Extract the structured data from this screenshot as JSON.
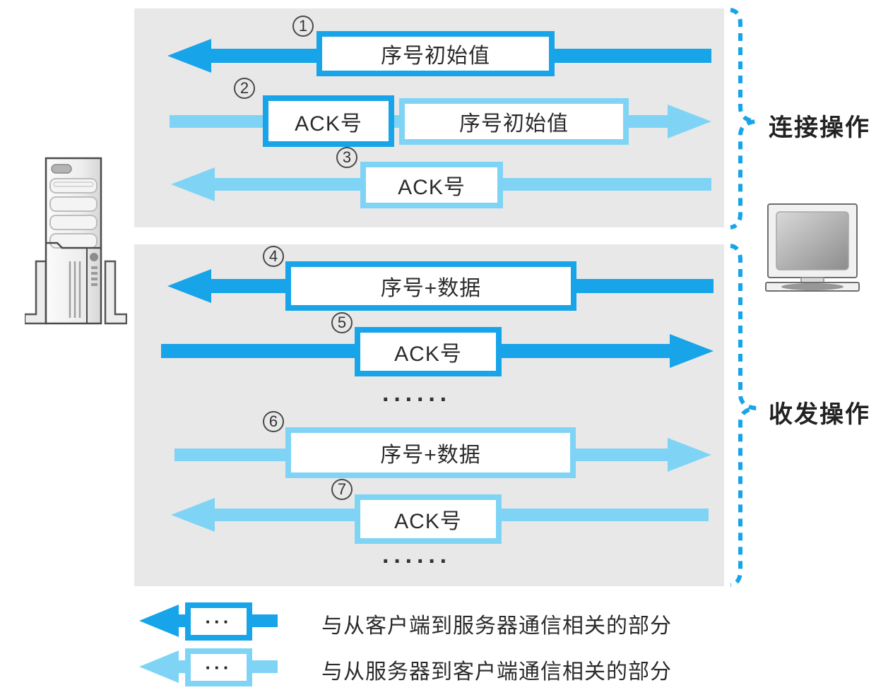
{
  "colors": {
    "client_to_server_blue": "#17a4e8",
    "server_to_client_blue": "#7fd4f6",
    "panel_gray": "#e8e8e8",
    "text": "#2b2b2b"
  },
  "icons": {
    "left_device": "server-tower-icon",
    "right_device": "client-monitor-icon",
    "braces": "dashed-curly-brace"
  },
  "sections": [
    {
      "label": "连接操作"
    },
    {
      "label": "收发操作"
    }
  ],
  "messages": [
    {
      "num": "1",
      "direction": "left",
      "color": "dark",
      "boxes": [
        "序号初始值"
      ]
    },
    {
      "num": "2",
      "direction": "right",
      "color": "light",
      "boxes": [
        "ACK号",
        "序号初始值"
      ]
    },
    {
      "num": "3",
      "direction": "left",
      "color": "light",
      "boxes": [
        "ACK号"
      ]
    },
    {
      "num": "4",
      "direction": "left",
      "color": "dark",
      "boxes": [
        "序号+数据"
      ]
    },
    {
      "num": "5",
      "direction": "right",
      "color": "dark",
      "boxes": [
        "ACK号"
      ]
    },
    {
      "num": "6",
      "direction": "right",
      "color": "light",
      "boxes": [
        "序号+数据"
      ]
    },
    {
      "num": "7",
      "direction": "left",
      "color": "light",
      "boxes": [
        "ACK号"
      ]
    }
  ],
  "ellipsis": "······",
  "legend": [
    {
      "box": "···",
      "label": "与从客户端到服务器通信相关的部分"
    },
    {
      "box": "···",
      "label": "与从服务器到客户端通信相关的部分"
    }
  ]
}
